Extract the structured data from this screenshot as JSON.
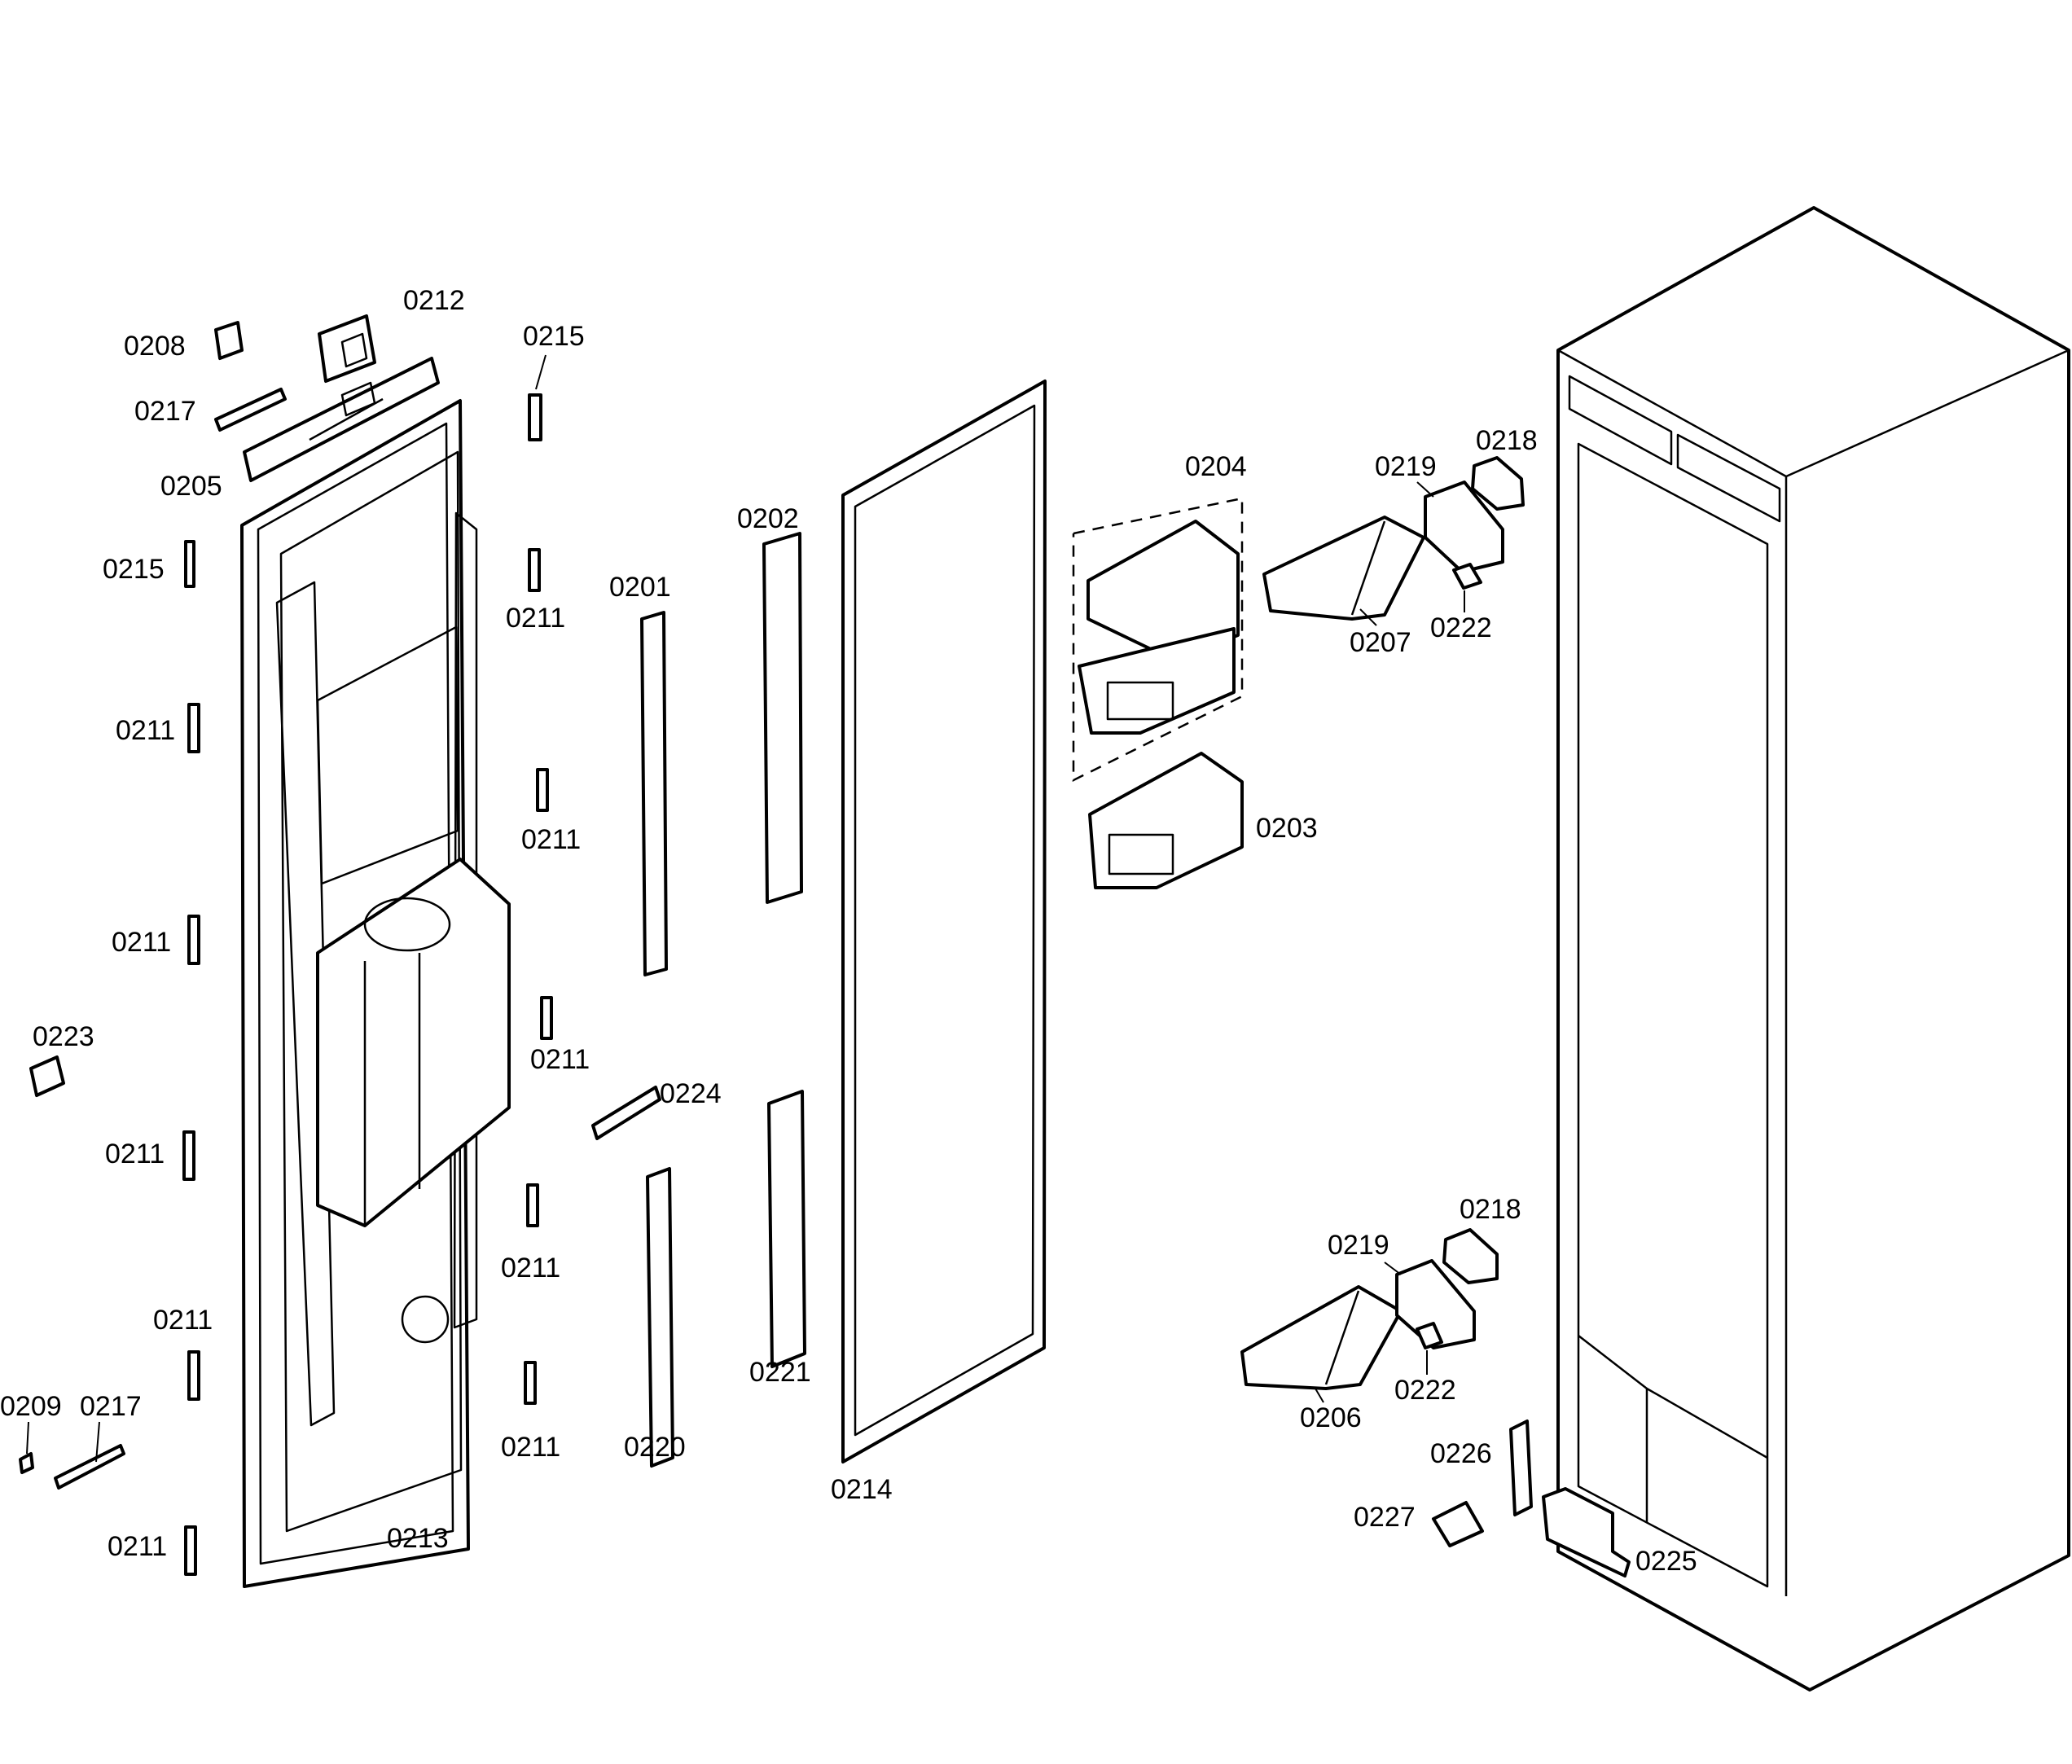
{
  "labels": {
    "p0201": "0201",
    "p0202": "0202",
    "p0203": "0203",
    "p0204": "0204",
    "p0205": "0205",
    "p0206": "0206",
    "p0207": "0207",
    "p0208": "0208",
    "p0209": "0209",
    "p0211": "0211",
    "p0212": "0212",
    "p0213": "0213",
    "p0214": "0214",
    "p0215": "0215",
    "p0217": "0217",
    "p0218": "0218",
    "p0219": "0219",
    "p0220": "0220",
    "p0221": "0221",
    "p0222": "0222",
    "p0223": "0223",
    "p0224": "0224",
    "p0225": "0225",
    "p0226": "0226",
    "p0227": "0227"
  }
}
